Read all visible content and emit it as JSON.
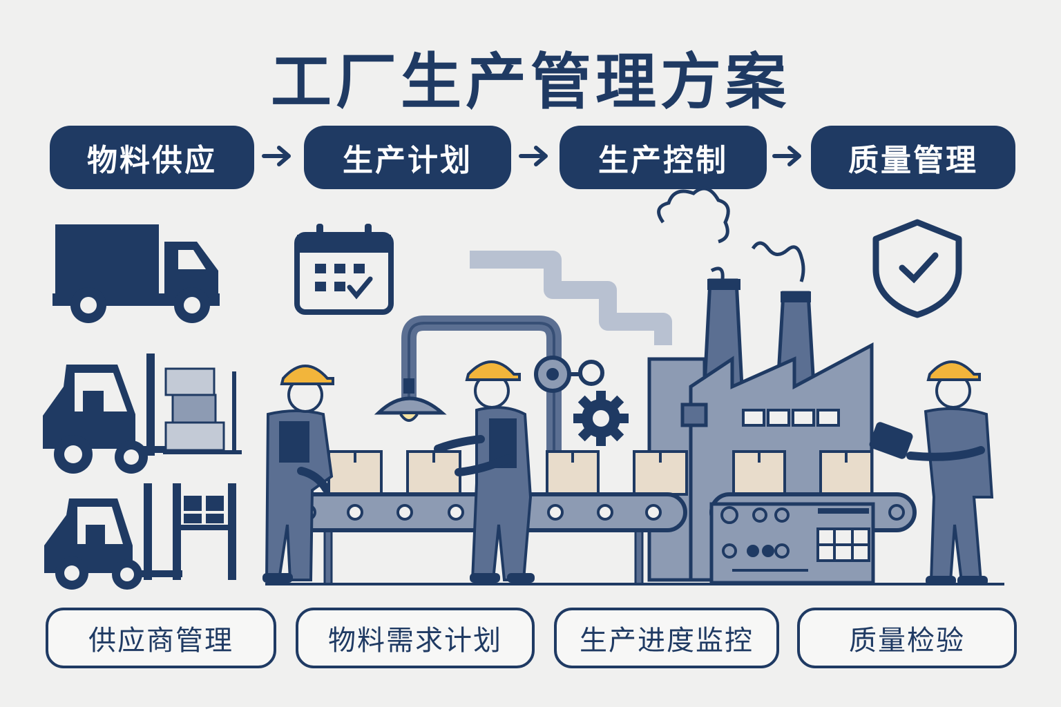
{
  "title": "工厂生产管理方案",
  "process_steps": [
    "物料供应",
    "生产计划",
    "生产控制",
    "质量管理"
  ],
  "bottom_items": [
    "供应商管理",
    "物料需求计划",
    "生产进度监控",
    "质量检验"
  ],
  "colors": {
    "navy": "#1f3a63",
    "steel": "#5b6f92",
    "light_steel": "#8d9bb3",
    "helmet": "#f2b53b",
    "box": "#e8dccb",
    "background": "#f0f0ef"
  },
  "icons": [
    "truck-icon",
    "calendar-check-icon",
    "shield-check-icon",
    "forklift-icon",
    "gear-icon"
  ]
}
